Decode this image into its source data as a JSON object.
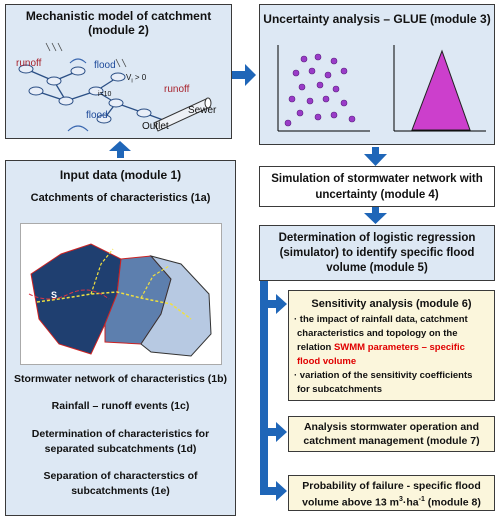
{
  "module2": {
    "title_line1": "Mechanistic model of catchment",
    "title_line2": "(module 2)",
    "runoff_a": "runoff",
    "flood_a": "flood",
    "runoff_b": "runoff",
    "flood_b": "flood",
    "formula_v": "V",
    "formula_sub": "i",
    "formula_rest": " > 0",
    "formula_i": "i=10",
    "sewer": "Sewer",
    "outlet": "Outlet"
  },
  "module3": {
    "title": "Uncertainty analysis – GLUE (module 3)"
  },
  "module4": {
    "line1": "Simulation of stormwater network with",
    "line2": "uncertainty (module 4)"
  },
  "module5": {
    "line1": "Determination of logistic regression",
    "line2": "(simulator) to identify specific flood",
    "line3": "volume  (module 5)"
  },
  "module6": {
    "title": "Sensitivity analysis (module 6)",
    "b1_l1": "· the impact of rainfall data, catchment",
    "b1_l2": "characteristics and topology on the",
    "b1_l3_pre": "relation ",
    "b1_l3_red": "SWMM parameters – specific",
    "b1_l4_red": "flood volume",
    "b2_l1": "· variation of the sensitivity coefficients",
    "b2_l2": "for subcatchments",
    "red_color": "#e00000"
  },
  "module7": {
    "line1": "Analysis stormwater operation and",
    "line2": "catchment management (module 7)"
  },
  "module8": {
    "line1": "Probability of failure - specific flood",
    "line2_pre": "volume above 13 m",
    "sup3": "3",
    "mid": "·ha",
    "sup_neg1": "-1",
    "line2_post": " (module 8)"
  },
  "module1": {
    "title": "Input data (module 1)",
    "item_1a": "Catchments of characteristics (1a)",
    "item_1b": "Stormwater network of characteristics (1b)",
    "item_1c": "Rainfall – runoff events (1c)",
    "item_1d_l1": "Determination of characteristics for",
    "item_1d_l2": "separated subcatchments (1d)",
    "item_1e_l1": "Separation of characterstics of",
    "item_1e_l2": "subcatchments (1e)",
    "map_label_s": "S"
  },
  "colors": {
    "arrow": "#1f66b8",
    "box_blue": "#dde8f4",
    "box_cream": "#fbf6dc",
    "dots": "#9a3cc8",
    "triangle": "#cc3fcc"
  }
}
